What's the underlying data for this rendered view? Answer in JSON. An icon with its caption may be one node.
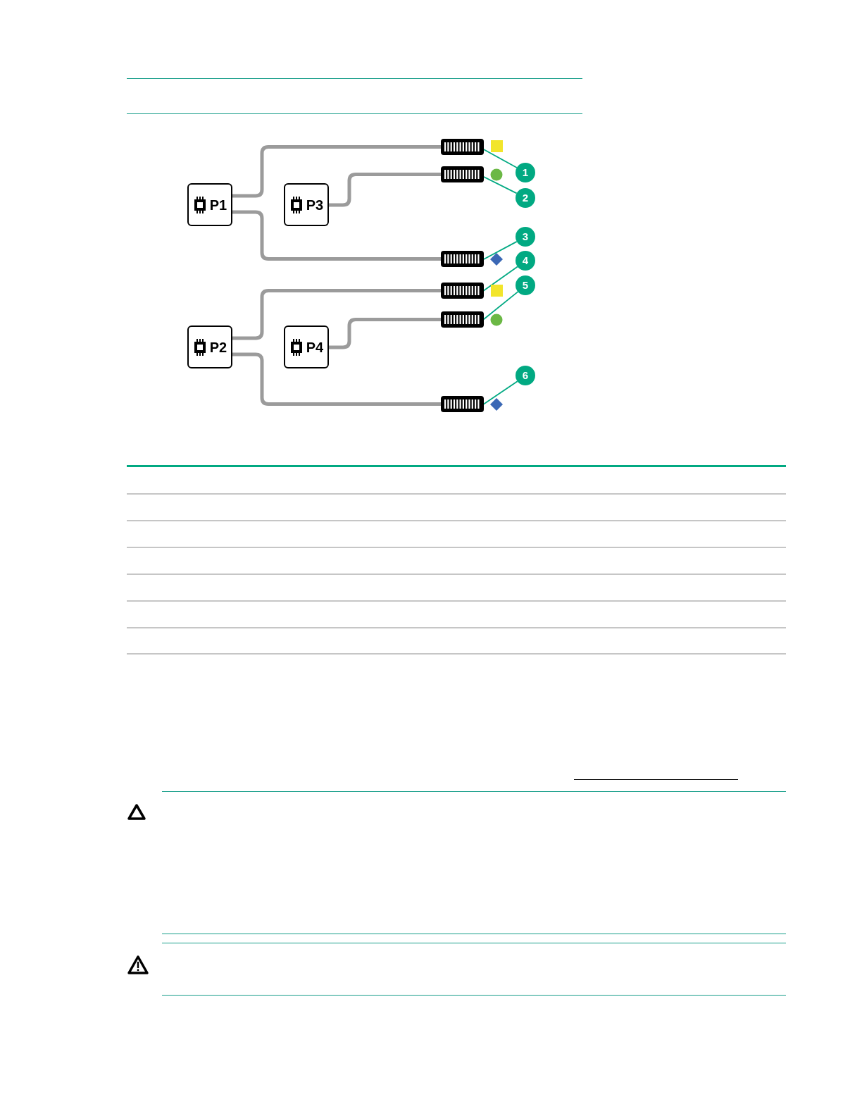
{
  "diagram": {
    "nodes": [
      {
        "text": [
          "P1"
        ]
      },
      {
        "text": [
          "P3"
        ]
      },
      {
        "text": [
          "P2"
        ]
      },
      {
        "text": [
          "P4"
        ]
      },
      {
        "text": [],
        "shape": "box"
      },
      {
        "text": [],
        "shape": "box"
      },
      {
        "text": [],
        "shape": "box"
      },
      {
        "text": [],
        "shape": "box"
      },
      {
        "text": [],
        "shape": "box"
      },
      {
        "text": [],
        "shape": "box"
      },
      {
        "text": [
          "1"
        ]
      },
      {
        "text": [
          "2"
        ]
      },
      {
        "text": [
          "3"
        ]
      },
      {
        "text": [
          "4"
        ]
      },
      {
        "text": [
          "5"
        ]
      },
      {
        "text": [
          "6"
        ]
      }
    ],
    "edges": [
      {
        "from": 0,
        "to": 4,
        "arrow": "none",
        "style": "thick"
      },
      {
        "from": 1,
        "to": 5,
        "arrow": "none",
        "style": "thick"
      },
      {
        "from": 0,
        "to": 6,
        "arrow": "none",
        "style": "thick"
      },
      {
        "from": 2,
        "to": 7,
        "arrow": "none",
        "style": "thick"
      },
      {
        "from": 3,
        "to": 8,
        "arrow": "none",
        "style": "thick"
      },
      {
        "from": 2,
        "to": 9,
        "arrow": "none",
        "style": "thick"
      },
      {
        "from": 10,
        "to": 4,
        "arrow": "none",
        "color": "#01a982"
      },
      {
        "from": 11,
        "to": 5,
        "arrow": "none",
        "color": "#01a982"
      },
      {
        "from": 12,
        "to": 6,
        "arrow": "none",
        "color": "#01a982"
      },
      {
        "from": 13,
        "to": 7,
        "arrow": "none",
        "color": "#01a982"
      },
      {
        "from": 14,
        "to": 8,
        "arrow": "none",
        "color": "#01a982"
      },
      {
        "from": 15,
        "to": 9,
        "arrow": "none",
        "color": "#01a982"
      }
    ]
  }
}
